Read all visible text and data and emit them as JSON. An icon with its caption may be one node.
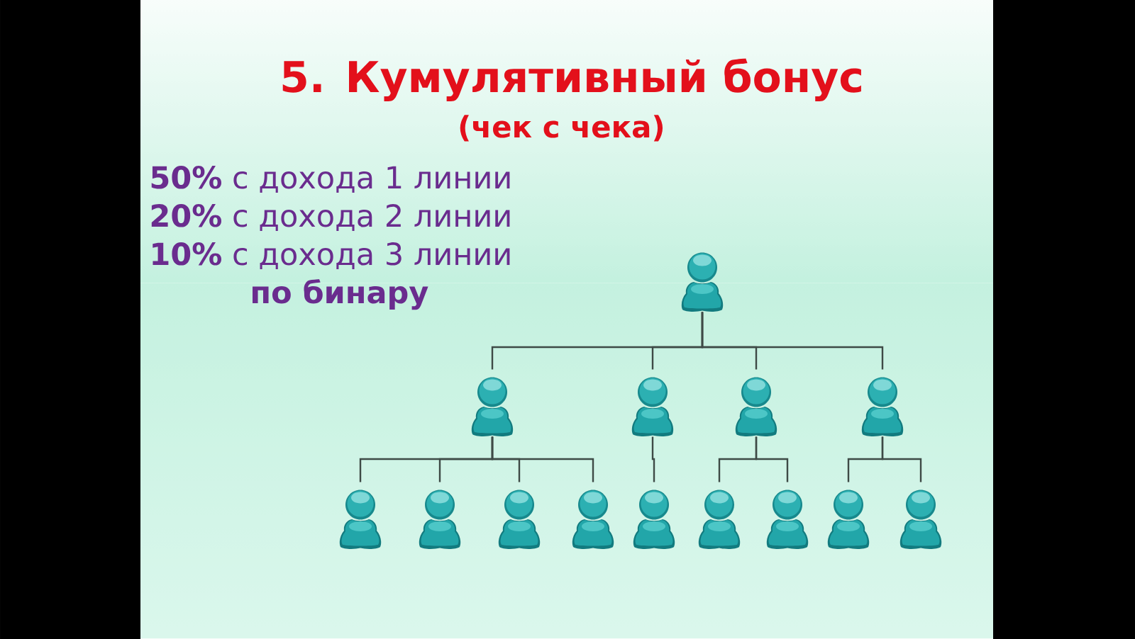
{
  "diagram": {
    "title": "5. Кумулятивный бонус",
    "nodes": [
      {
        "text": [],
        "shape": "person"
      },
      {
        "text": [],
        "shape": "person"
      },
      {
        "text": [],
        "shape": "person"
      },
      {
        "text": [],
        "shape": "person"
      },
      {
        "text": [],
        "shape": "person"
      },
      {
        "text": [],
        "shape": "person"
      },
      {
        "text": [],
        "shape": "person"
      },
      {
        "text": [],
        "shape": "person"
      },
      {
        "text": [],
        "shape": "person"
      },
      {
        "text": [],
        "shape": "person"
      },
      {
        "text": [],
        "shape": "person"
      },
      {
        "text": [],
        "shape": "person"
      },
      {
        "text": [],
        "shape": "person"
      },
      {
        "text": [],
        "shape": "person"
      }
    ],
    "edges": [
      {
        "from": 0,
        "to": 1,
        "arrow": "none"
      },
      {
        "from": 0,
        "to": 2,
        "arrow": "none"
      },
      {
        "from": 0,
        "to": 3,
        "arrow": "none"
      },
      {
        "from": 0,
        "to": 4,
        "arrow": "none"
      },
      {
        "from": 1,
        "to": 5,
        "arrow": "none"
      },
      {
        "from": 1,
        "to": 6,
        "arrow": "none"
      },
      {
        "from": 1,
        "to": 7,
        "arrow": "none"
      },
      {
        "from": 1,
        "to": 8,
        "arrow": "none"
      },
      {
        "from": 2,
        "to": 9,
        "arrow": "none"
      },
      {
        "from": 3,
        "to": 10,
        "arrow": "none"
      },
      {
        "from": 3,
        "to": 11,
        "arrow": "none"
      },
      {
        "from": 4,
        "to": 12,
        "arrow": "none"
      },
      {
        "from": 4,
        "to": 13,
        "arrow": "none"
      }
    ],
    "labels": [
      "(чек с чека)",
      "**50%** с дохода 1 линии",
      "**20%** с дохода 2 линии",
      "**10%** с дохода 3 линии",
      "по бинару"
    ]
  }
}
